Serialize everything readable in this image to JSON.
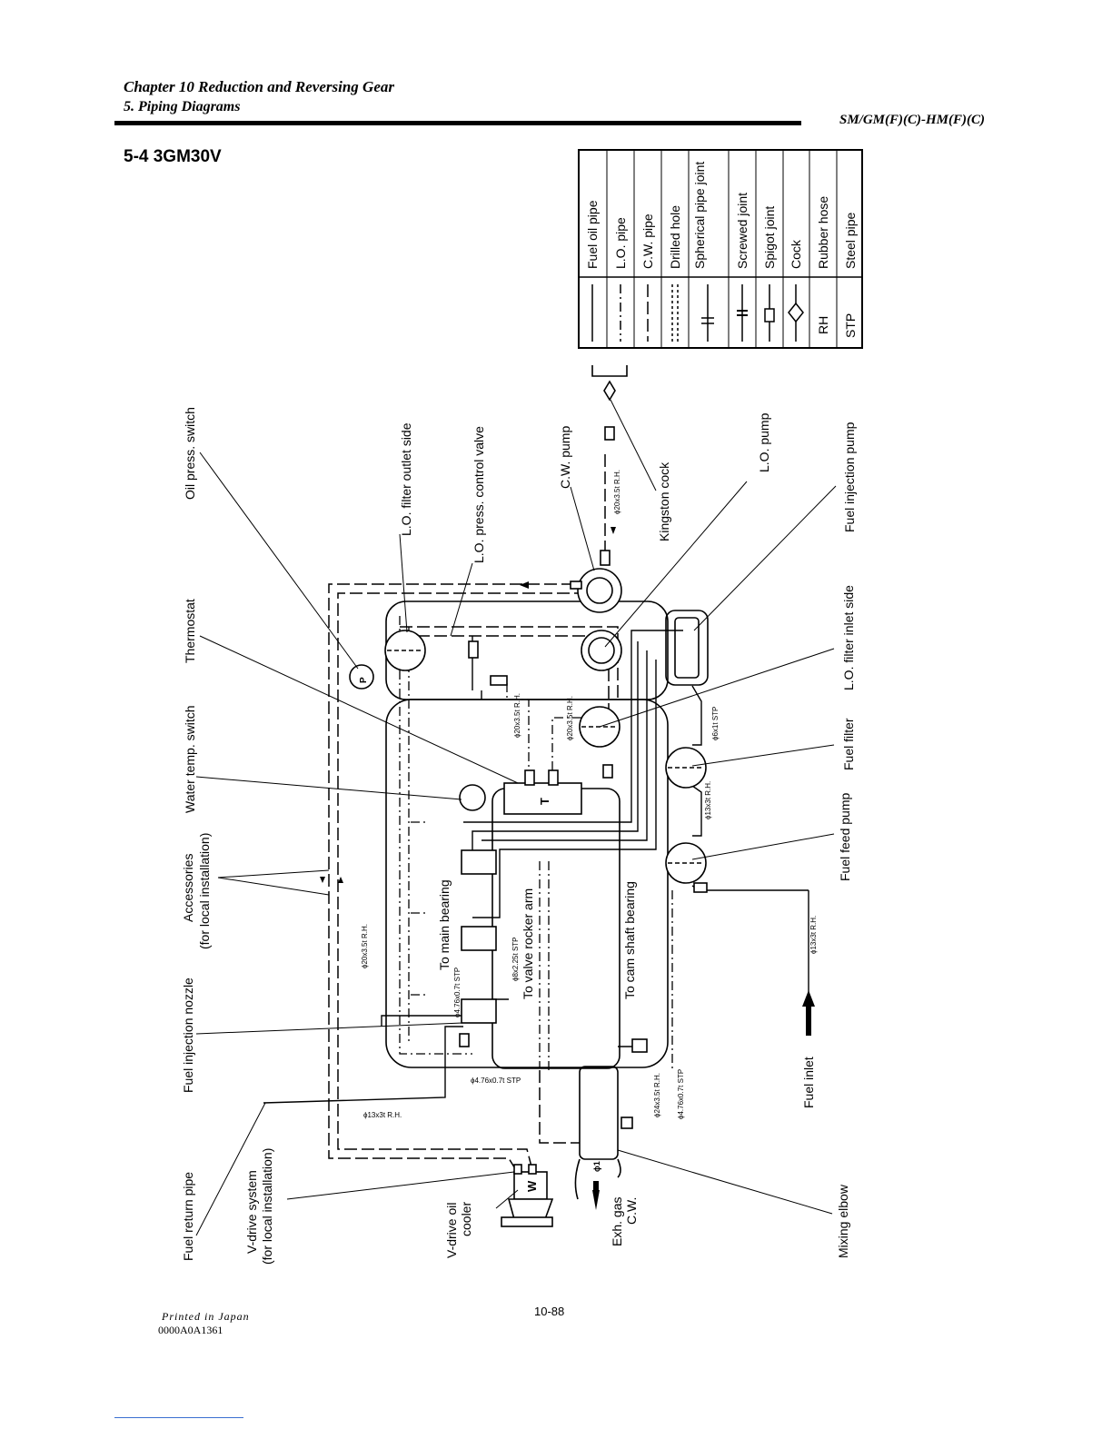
{
  "header": {
    "chapter": "Chapter 10 Reduction and Reversing Gear",
    "section": "5. Piping Diagrams",
    "model": "SM/GM(F)(C)-HM(F)(C)"
  },
  "title": "5-4 3GM30V",
  "legend": [
    {
      "label": "Fuel oil pipe"
    },
    {
      "label": "L.O. pipe"
    },
    {
      "label": "C.W. pipe"
    },
    {
      "label": "Drilled hole"
    },
    {
      "label": "Spherical pipe joint"
    },
    {
      "label": "Screwed joint"
    },
    {
      "label": "Spigot joint"
    },
    {
      "label": "Cock"
    },
    {
      "label": "Rubber hose",
      "symbol": "RH"
    },
    {
      "label": "Steel pipe",
      "symbol": "STP"
    }
  ],
  "labels": {
    "oil_press_switch": "Oil press. switch",
    "thermostat": "Thermostat",
    "water_temp_switch": "Water temp. switch",
    "accessories": "Accessories",
    "accessories_note": "(for local installation)",
    "fuel_injection_nozzle": "Fuel injection nozzle",
    "fuel_return_pipe": "Fuel return pipe",
    "vdrive_system": "V-drive system",
    "vdrive_note": "(for local installation)",
    "vdrive_oil": "V-drive oil",
    "vdrive_cooler": "cooler",
    "exh_gas": "Exh. gas",
    "cw": "C.W.",
    "lo_filter_outlet": "L.O. filter outlet side",
    "lo_press_control": "L.O. press. control valve",
    "cw_pump": "C.W. pump",
    "kingston_cock": "Kingston cock",
    "lo_pump": "L.O. pump",
    "fuel_injection_pump": "Fuel injection pump",
    "lo_filter_inlet": "L.O. filter inlet side",
    "fuel_filter": "Fuel filter",
    "fuel_feed_pump": "Fuel feed pump",
    "fuel_inlet": "Fuel inlet",
    "mixing_elbow": "Mixing elbow",
    "to_main_bearing": "To main bearing",
    "to_valve_rocker": "To valve rocker arm",
    "to_cam_shaft": "To cam shaft bearing",
    "pipe_13_rh_1": "ϕ13x3t R.H.",
    "pipe_13_rh_2": "ϕ13x3t R.H.",
    "pipe_13_rh_3": "ϕ13x3t R.H.",
    "pipe_20_rh_1": "ϕ20x3.5t R.H.",
    "pipe_20_rh_2": "ϕ20x3.5t R.H.",
    "pipe_20_rh_3": "ϕ20x3.5t R.H.",
    "pipe_20_rh_4": "ϕ20x3.5t R.H.",
    "pipe_6_stp": "ϕ6x1t STP",
    "pipe_476_stp_1": "ϕ4.76x0.7t STP",
    "pipe_476_stp_2": "ϕ4.76x0.7t STP",
    "pipe_476_stp_3": "ϕ4.76x0.7t STP",
    "pipe_8_stp": "ϕ8x2.25t STP",
    "pipe_24_rh": "ϕ24x3.5t R.H.",
    "sym_p": "P",
    "sym_t": "T",
    "sym_w": "W",
    "sym_d1": "ϕ1"
  },
  "footer": {
    "printed": "Printed in Japan",
    "code": "0000A0A1361",
    "page": "10-88"
  }
}
